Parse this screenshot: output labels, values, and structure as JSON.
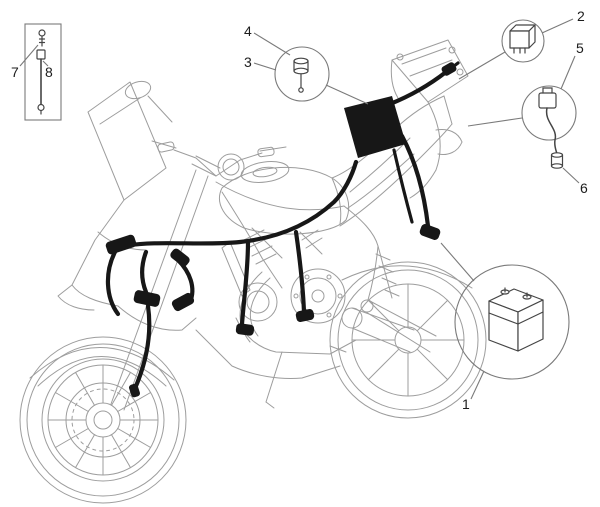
{
  "figure": {
    "type": "exploded-parts-diagram",
    "subject": "motorcycle electrical system / wiring harness",
    "colors": {
      "line_art": "#9d9d9d",
      "harness": "#171717",
      "callout": "#7a7a7a",
      "background": "#ffffff"
    },
    "callouts": [
      {
        "number": "1",
        "part": "battery"
      },
      {
        "number": "2",
        "part": "relay"
      },
      {
        "number": "3",
        "part": "sensor"
      },
      {
        "number": "4",
        "part": "sensor-mount"
      },
      {
        "number": "5",
        "part": "relay-with-lead"
      },
      {
        "number": "6",
        "part": "terminal-cap"
      },
      {
        "number": "7",
        "part": "screw"
      },
      {
        "number": "8",
        "part": "cable"
      }
    ]
  }
}
